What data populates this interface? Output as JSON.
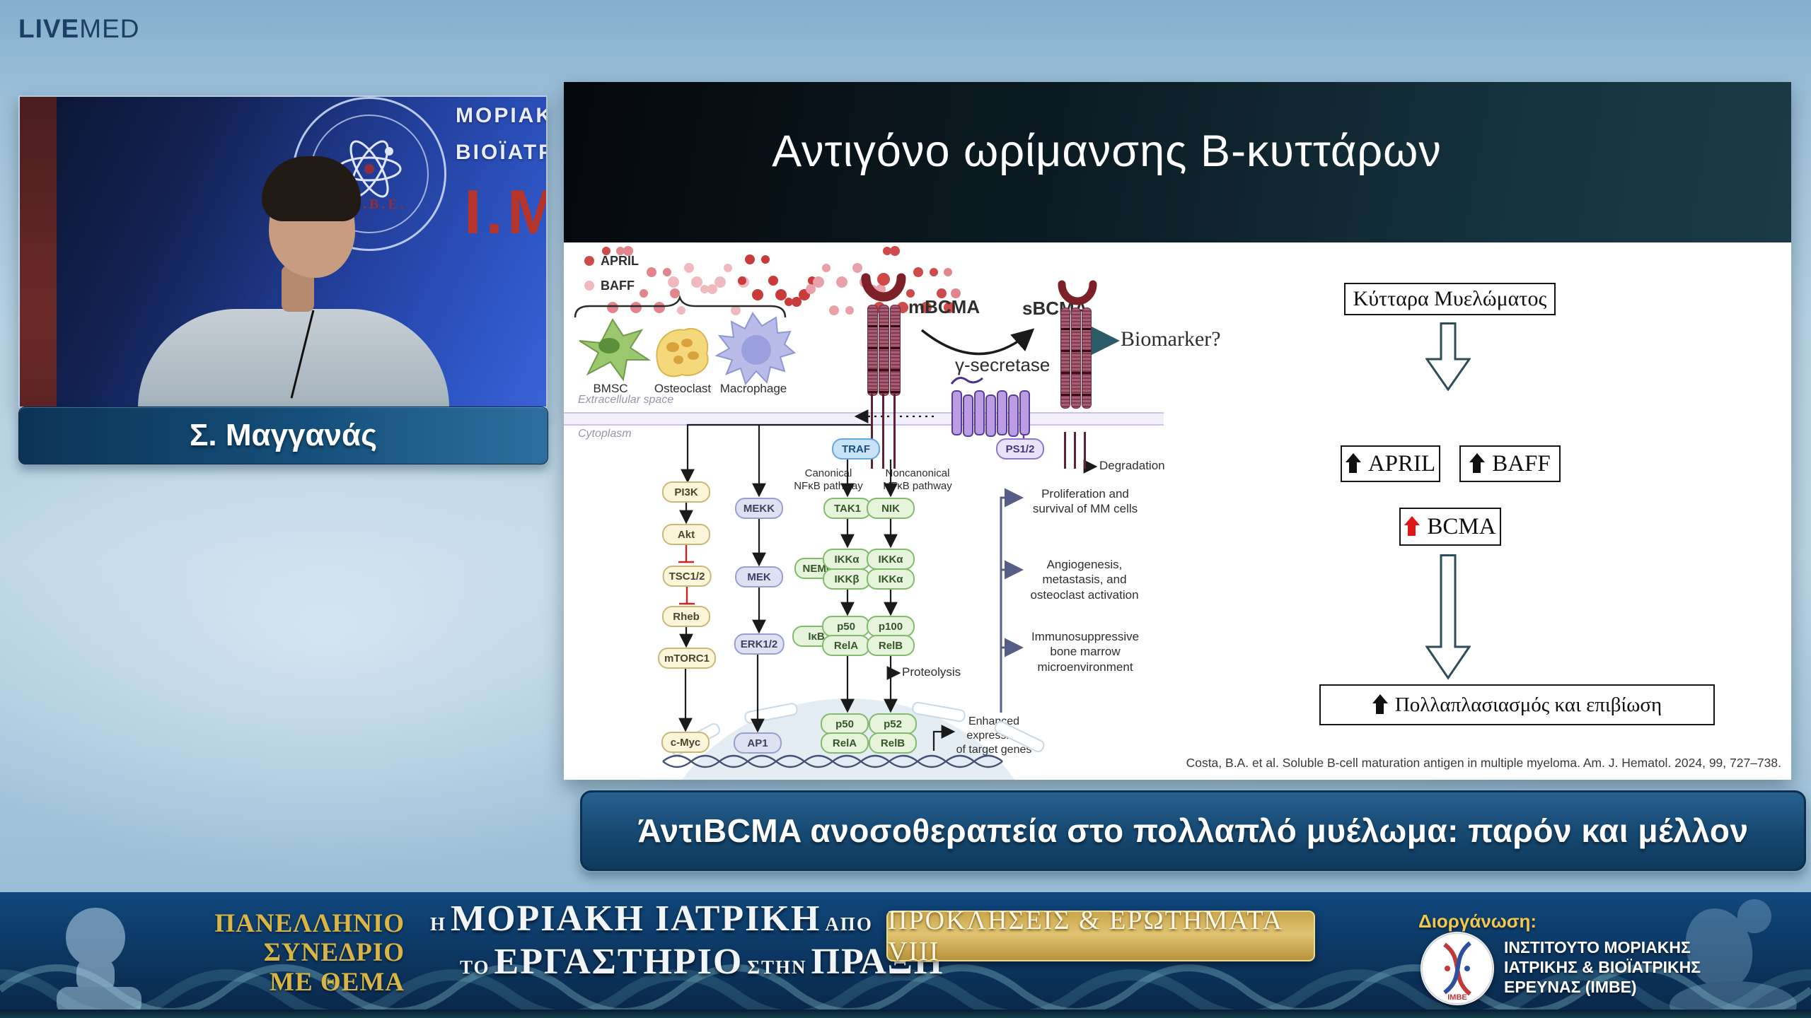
{
  "brand": {
    "live": "LIVE",
    "med": "MED"
  },
  "speaker": {
    "name": "Σ. Μαγγανάς",
    "backdrop_line1": "ΜΟΡΙΑΚ",
    "backdrop_line2": "ΒΙΟΪΑΤΡ",
    "backdrop_initials": "Ι.Μ",
    "seal_text": "Ι.Μ.Β.Ε."
  },
  "slide": {
    "title": "Αντιγόνο ωρίμανσης Β-κυττάρων",
    "citation": "Costa, B.A. et al. Soluble B-cell maturation antigen in multiple myeloma. Am. J. Hematol. 2024, 99, 727–738.",
    "figure": {
      "legend": {
        "april": "APRIL",
        "baff": "BAFF",
        "april_color": "#cf4a4a",
        "baff_color": "#f0b9bf"
      },
      "cells": {
        "bmsc": "BMSC",
        "osteoclast": "Osteoclast",
        "macrophage": "Macrophage"
      },
      "compartments": {
        "extracellular": "Extracellular space",
        "cytoplasm": "Cytoplasm"
      },
      "receptor": {
        "mbcma": "mBCMA",
        "sbcma": "sBCMA",
        "biomarker": "Biomarker?",
        "gamma_secretase": "γ-secretase",
        "ps": "PS1/2",
        "degradation": "Degradation",
        "proteolysis": "Proteolysis"
      },
      "pathway_labels": {
        "canonical": "Canonical\nNFκB pathway",
        "noncanonical": "Noncanonical\nNFκB pathway"
      },
      "nodes": {
        "pi3k": "PI3K",
        "akt": "Akt",
        "tsc": "TSC1/2",
        "rheb": "Rheb",
        "mtorc1": "mTORC1",
        "cmyc": "c-Myc",
        "mekk": "MEKK",
        "mek": "MEK",
        "erk": "ERK1/2",
        "ap1": "AP1",
        "traf": "TRAF",
        "tak1": "TAK1",
        "nik": "NIK",
        "nemo": "NEMO",
        "ikka": "IKKα",
        "ikkb": "IKKβ",
        "ikb": "IκB",
        "p50": "p50",
        "rela": "RelA",
        "p100": "p100",
        "relb": "RelB",
        "p52": "p52"
      },
      "enhanced": "Enhanced\nexpression\nof target genes",
      "outcomes": {
        "o1": "Proliferation and\nsurvival of MM cells",
        "o2": "Angiogenesis,\nmetastasis, and\nosteoclast activation",
        "o3": "Immunosuppressive\nbone marrow\nmicroenvironment"
      },
      "flowchart": {
        "top": "Κύτταρα Μυελώματος",
        "april": "APRIL",
        "baff": "BAFF",
        "bcma": "BCMA",
        "bottom": "Πολλαπλασιασμός και επιβίωση"
      }
    }
  },
  "banner": {
    "text": "ΆντιBCMA ανοσοθεραπεία στο πολλαπλό μυέλωμα: παρόν και μέλλον"
  },
  "footer": {
    "left_lines": [
      "ΠΑΝΕΛΛΗΝΙΟ",
      "ΣΥΝΕΔΡΙΟ",
      "ΜΕ ΘΕΜΑ"
    ],
    "title": {
      "s1": "Η",
      "b1": "ΜΟΡΙΑΚΗ ΙΑΤΡΙΚΗ",
      "s2": "ΑΠΟ",
      "s3": "ΤΟ",
      "b2": "ΕΡΓΑΣΤΗΡΙΟ",
      "s4": "ΣΤΗΝ",
      "b3": "ΠΡΑΞΗ"
    },
    "gold_box": "ΠΡΟΚΛΗΣΕΙΣ & ΕΡΩΤΗΜΑΤΑ VIII",
    "organizer_label": "Διοργάνωση:",
    "organizer_lines": [
      "ΙΝΣΤΙΤΟΥΤΟ ΜΟΡΙΑΚΗΣ",
      "ΙΑΤΡΙΚΗΣ & ΒΙΟΪΑΤΡΙΚΗΣ",
      "ΕΡΕΥΝΑΣ (ΙΜΒΕ)"
    ]
  }
}
